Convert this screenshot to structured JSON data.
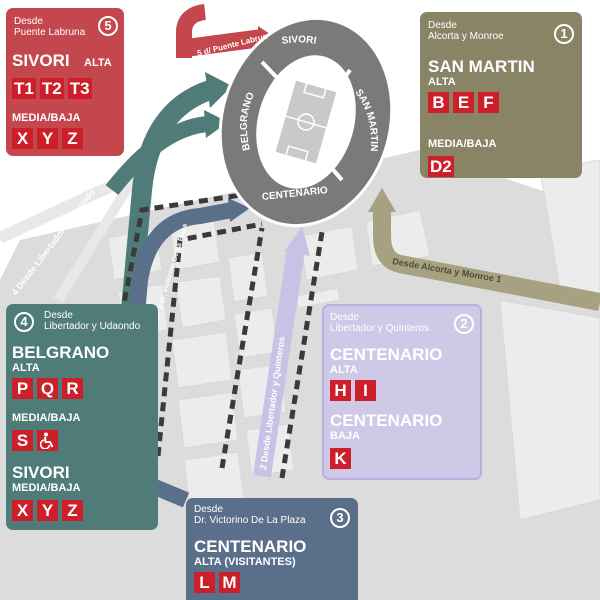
{
  "colors": {
    "red": "#cc1f2a",
    "panel_red": "#c4474d",
    "panel_teal": "#4f7b78",
    "panel_khaki": "#898466",
    "panel_lavender": "#cfc8e7",
    "panel_slate": "#5a6f8a",
    "stadium": "#7a7a7a",
    "pitch": "#c9c9c9",
    "block": "#e9e9e9",
    "street": "#d2d2d2"
  },
  "stadium": {
    "sectors": [
      "SIVORI",
      "SAN MARTIN",
      "CENTENARIO",
      "BELGRANO"
    ]
  },
  "route_labels": {
    "r1": "Desde Alcorta y Monroe",
    "r1_num": "1",
    "r2": "Desde Libertador y Quinteros",
    "r2_num": "2",
    "r3": "Desde Libertador y Dr. Victorino De La Plaza",
    "r3_num": "3",
    "r4": "Desde Libertador y Udaondo",
    "r4_num": "4",
    "r5": "d/ Puente Labruna",
    "r5_num": "5"
  },
  "panels": {
    "p5": {
      "from": "Desde\nPuente Labruna",
      "num": "5",
      "sector": "SIVORI",
      "level_alta": "ALTA",
      "gates_alta": [
        "T1",
        "T2",
        "T3"
      ],
      "level_media": "MEDIA/BAJA",
      "gates_media": [
        "X",
        "Y",
        "Z"
      ]
    },
    "p1": {
      "from": "Desde\nAlcorta y Monroe",
      "num": "1",
      "sector": "SAN MARTIN",
      "level_alta": "ALTA",
      "gates_alta": [
        "B",
        "E",
        "F"
      ],
      "level_media": "MEDIA/BAJA",
      "gates_media": [
        "D2"
      ]
    },
    "p4": {
      "from": "Desde\nLibertador y Udaondo",
      "num": "4",
      "sector1": "BELGRANO",
      "level_alta": "ALTA",
      "gates_alta": [
        "P",
        "Q",
        "R"
      ],
      "level_media": "MEDIA/BAJA",
      "gates_media": [
        "S"
      ],
      "accessible_icon": "wheelchair-icon",
      "sector2": "SIVORI",
      "level_media2": "MEDIA/BAJA",
      "gates_media2": [
        "X",
        "Y",
        "Z"
      ]
    },
    "p2": {
      "from": "Desde\nLibertador y Quinteros",
      "num": "2",
      "sector1": "CENTENARIO",
      "level_alta": "ALTA",
      "gates_alta": [
        "H",
        "I"
      ],
      "sector2": "CENTENARIO",
      "level_baja": "BAJA",
      "gates_baja": [
        "K"
      ]
    },
    "p3": {
      "from": "Desde\nDr. Victorino De La Plaza",
      "num": "3",
      "sector": "CENTENARIO",
      "level_alta": "ALTA (VISITANTES)",
      "gates_alta": [
        "L",
        "M"
      ]
    }
  }
}
